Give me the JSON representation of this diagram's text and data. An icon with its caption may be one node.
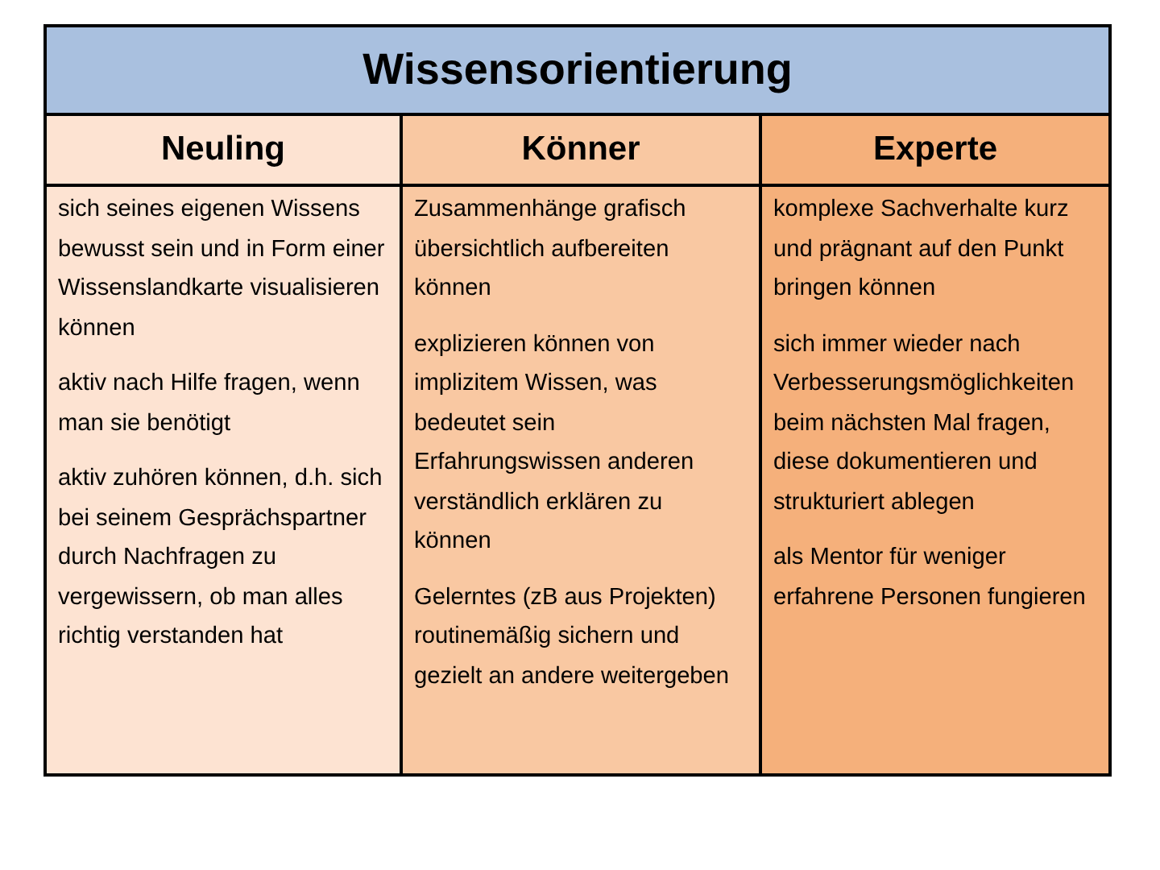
{
  "diagram": {
    "title": "Wissensorientierung",
    "labels": [
      "Neuling",
      "Könner",
      "Experte",
      "sich seines eigenen Wissens bewusst sein und in Form einer Wissenslandkarte visualisieren können",
      "aktiv nach Hilfe fragen, wenn man sie benötigt",
      "aktiv zuhören können, d.h. sich bei seinem Gesprächspartner durch Nachfragen zu vergewissern, ob man alles richtig verstanden hat",
      "Zusammenhänge grafisch übersichtlich aufbereiten können",
      "explizieren können von implizitem Wissen, was bedeutet sein Erfahrungswissen anderen verständlich erklären zu können",
      "Gelerntes (zB aus Projekten) routinemäßig sichern und gezielt an andere weitergeben",
      "komplexe Sachverhalte kurz und prägnant auf den Punkt bringen können",
      "sich immer wieder nach Verbesserungsmöglichkeiten beim nächsten Mal fragen, diese dokumentieren und strukturiert ablegen",
      "als Mentor für weniger erfahrene Personen fungieren"
    ]
  }
}
